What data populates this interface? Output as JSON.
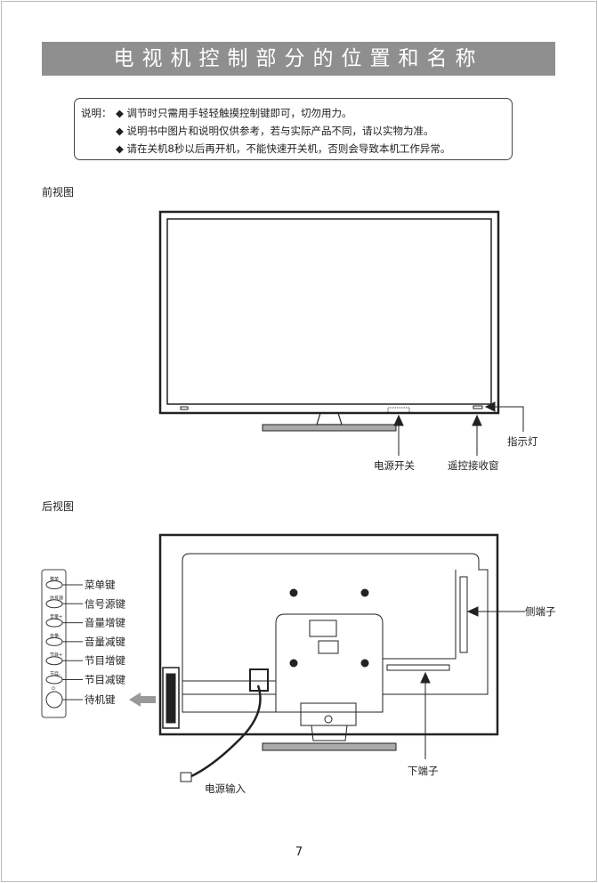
{
  "title": "电视机控制部分的位置和名称",
  "note": {
    "label": "说明：",
    "lines": [
      "调节时只需用手轻轻触摸控制键即可，切勿用力。",
      "说明书中图片和说明仅供参考，若与实际产品不同，请以实物为准。",
      "请在关机8秒以后再开机，不能快速开关机，否则会导致本机工作异常。"
    ]
  },
  "front": {
    "heading": "前视图",
    "labels": {
      "power_switch": "电源开关",
      "remote_window": "遥控接收窗",
      "indicator": "指示灯"
    }
  },
  "rear": {
    "heading": "后视图",
    "labels": {
      "side_ports": "侧端子",
      "bottom_ports": "下端子",
      "power_input": "电源输入"
    },
    "panel_buttons": [
      {
        "small": "菜单",
        "label": "菜单键"
      },
      {
        "small": "信号源",
        "label": "信号源键"
      },
      {
        "small": "音量+",
        "label": "音量增键"
      },
      {
        "small": "音量-",
        "label": "音量减键"
      },
      {
        "small": "节目+",
        "label": "节目增键"
      },
      {
        "small": "节目-",
        "label": "节目减键"
      }
    ],
    "standby": {
      "label": "待机键"
    }
  },
  "page_number": "7"
}
